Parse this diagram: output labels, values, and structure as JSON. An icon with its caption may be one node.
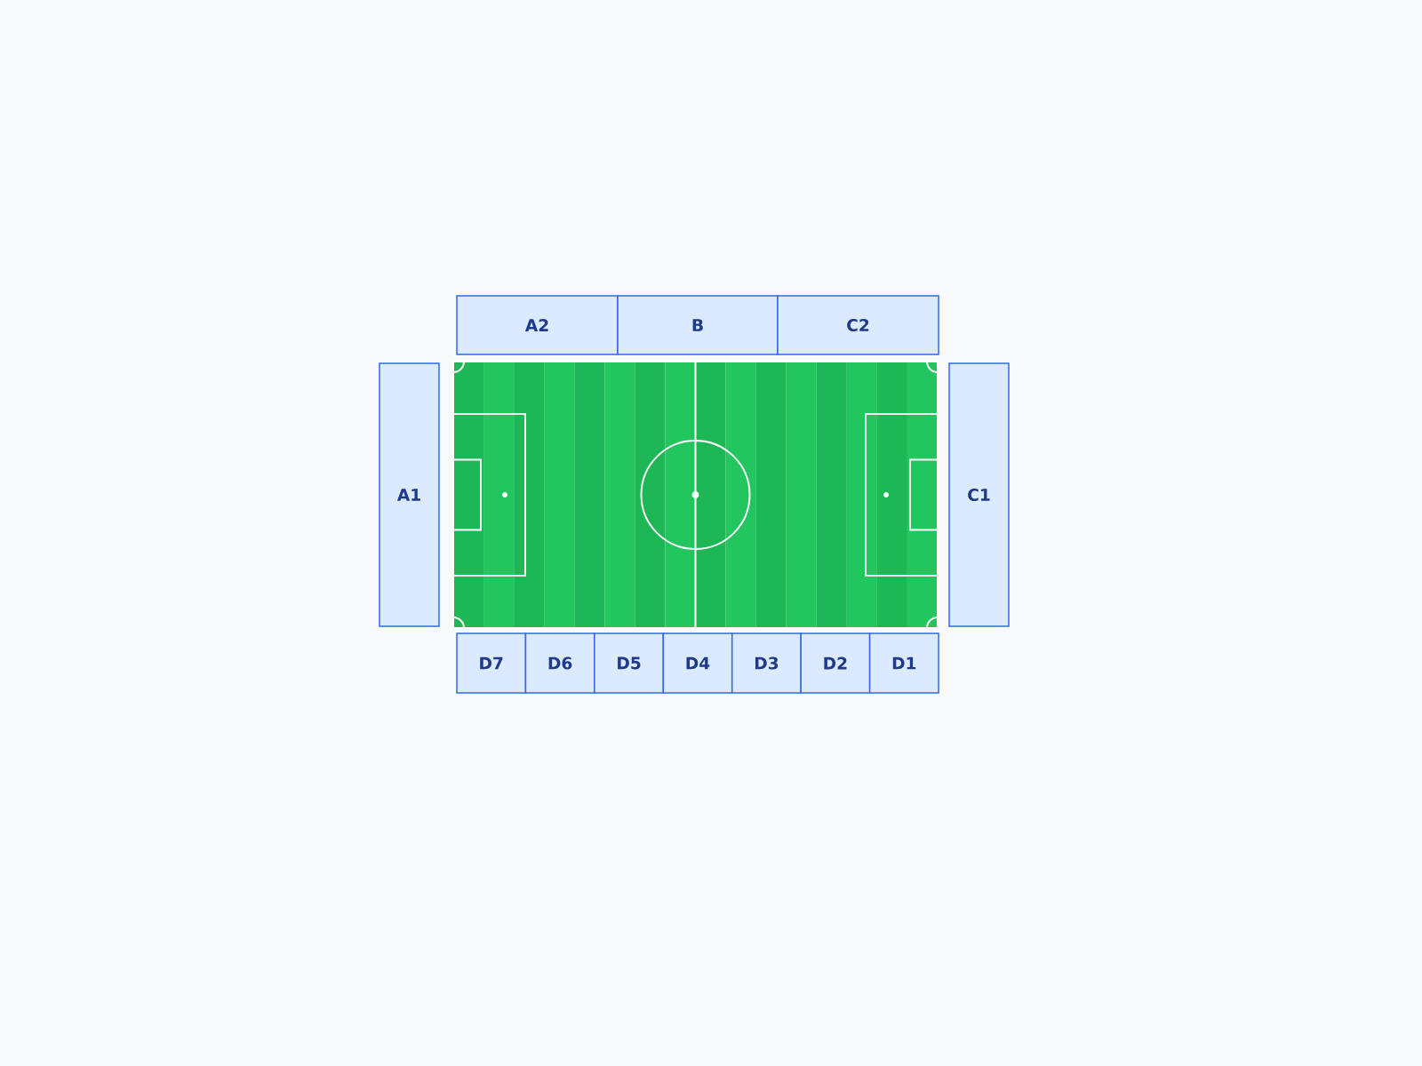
{
  "diagram": {
    "nodes": [
      {
        "text": [
          "A2"
        ]
      },
      {
        "text": [
          "B"
        ]
      },
      {
        "text": [
          "C2"
        ]
      },
      {
        "text": [
          "A1"
        ]
      },
      {
        "text": [
          "C1"
        ]
      },
      {
        "text": [
          "D7"
        ]
      },
      {
        "text": [
          "D6"
        ]
      },
      {
        "text": [
          "D5"
        ]
      },
      {
        "text": [
          "D4"
        ]
      },
      {
        "text": [
          "D3"
        ]
      },
      {
        "text": [
          "D2"
        ]
      },
      {
        "text": [
          "D1"
        ]
      }
    ]
  }
}
